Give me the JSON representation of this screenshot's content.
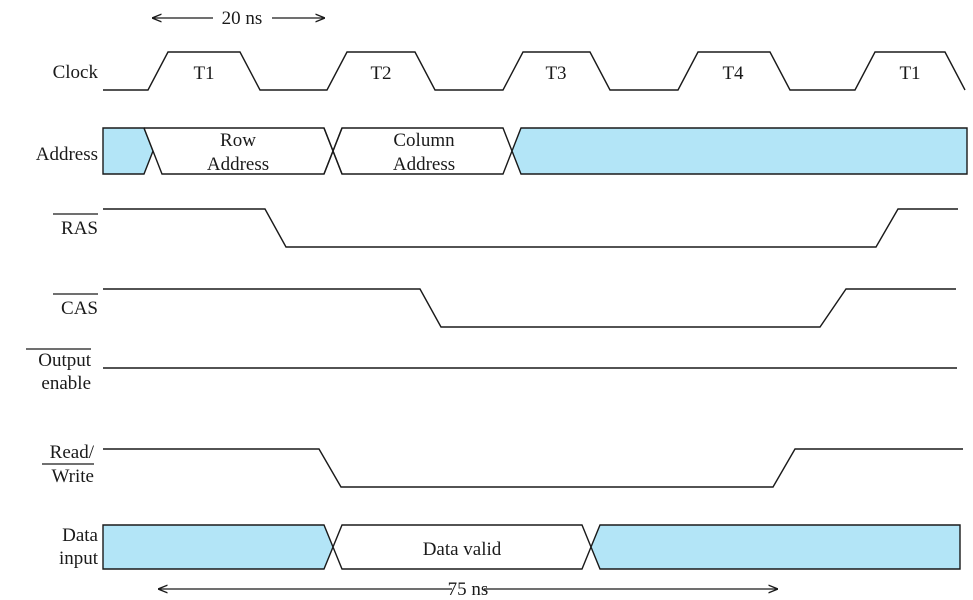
{
  "signals": {
    "clock": "Clock",
    "address": "Address",
    "ras": "RAS",
    "cas": "CAS",
    "output_enable_line1": "Output",
    "output_enable_line2": "enable",
    "read_write_line1": "Read/",
    "read_write_line2": "Write",
    "data_input_line1": "Data",
    "data_input_line2": "input"
  },
  "clock_states": [
    "T1",
    "T2",
    "T3",
    "T4",
    "T1"
  ],
  "address_bus": {
    "row_line1": "Row",
    "row_line2": "Address",
    "column_line1": "Column",
    "column_line2": "Address"
  },
  "data_bus": {
    "valid": "Data valid"
  },
  "dimensions": {
    "clock_period": "20 ns",
    "access_time": "75 ns"
  },
  "colors": {
    "bus_fill": "#b3e5f7",
    "line": "#1a1a1a"
  }
}
